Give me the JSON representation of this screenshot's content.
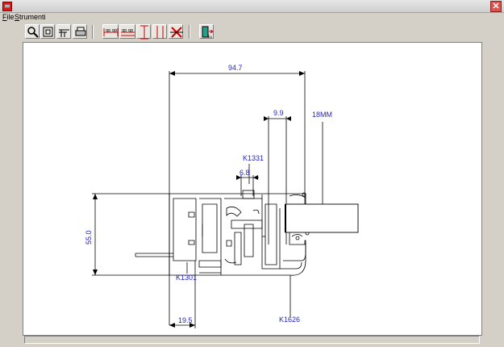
{
  "window": {
    "close_label": "✕"
  },
  "menu": [
    {
      "mnemonic": "F",
      "rest": "ile"
    },
    {
      "mnemonic": "S",
      "rest": "trumenti"
    }
  ],
  "toolbar": {
    "buttons": [
      "zoom-icon",
      "fit-view-icon",
      "profile-edit-icon",
      "print-icon",
      "dimension-horizontal-icon",
      "dimension-horizontal-2-icon",
      "dimension-vertical-icon",
      "dimension-vertical-2-icon",
      "delete-dimension-icon",
      "exit-icon"
    ]
  },
  "drawing": {
    "dimensions": {
      "total_width": "94.7",
      "glass_gap": "9.9",
      "glass_label": "18MM",
      "gasket_code": "K1331",
      "gasket_width": "6.8",
      "height": "55.0",
      "frame_code": "K1301",
      "bottom_width": "19.5",
      "sash_code": "K1626"
    },
    "colors": {
      "dimension": "#2424c8",
      "line": "#000000"
    }
  }
}
